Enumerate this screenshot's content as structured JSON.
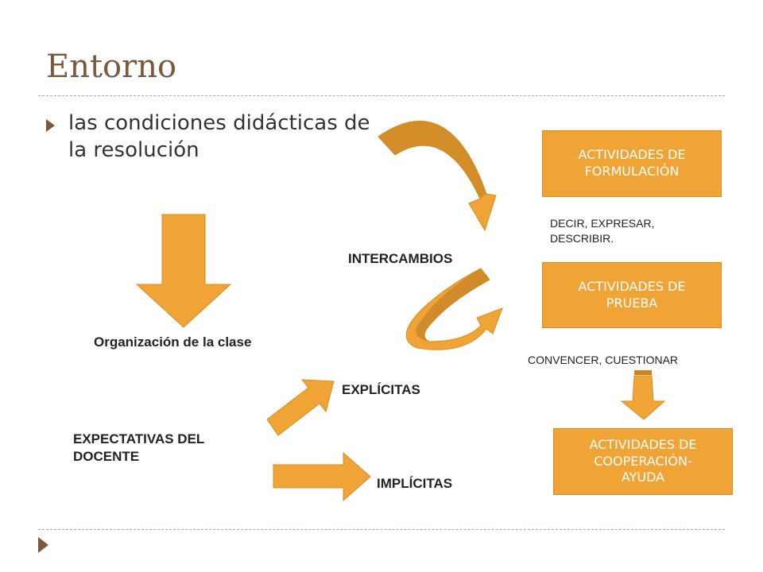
{
  "slide": {
    "title": "Entorno",
    "bullet": "las condiciones didácticas de la resolución"
  },
  "labels": {
    "organizacion": "Organización de la clase",
    "intercambios": "INTERCAMBIOS",
    "explicitas": "EXPLÍCITAS",
    "implicitas": "IMPLÍCITAS",
    "expectativas_line1": "EXPECTATIVAS  DEL",
    "expectativas_line2": "DOCENTE",
    "decir_line1": "DECIR, EXPRESAR,",
    "decir_line2": "DESCRIBIR.",
    "convencer": "CONVENCER, CUESTIONAR"
  },
  "boxes": {
    "formulacion": {
      "line1": "ACTIVIDADES DE",
      "line2": "FORMULACIÓN"
    },
    "prueba": {
      "line1": "ACTIVIDADES DE",
      "line2": "PRUEBA"
    },
    "cooperacion": {
      "line1": "ACTIVIDADES DE",
      "line2": "COOPERACIÓN-",
      "line3": "AYUDA"
    }
  },
  "colors": {
    "accent": "#efa435",
    "accent_dark": "#c98525",
    "title": "#7a5a3c",
    "marker": "#7a5a3c"
  },
  "icons": {
    "bullet": "triangle-bullet-icon",
    "footer": "triangle-footer-icon"
  }
}
